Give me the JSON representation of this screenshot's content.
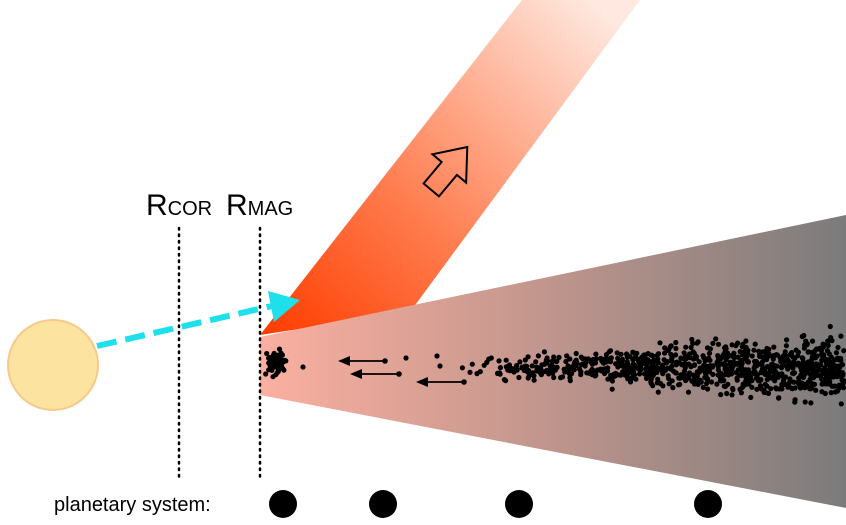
{
  "labels": {
    "r_cor_main": "R",
    "r_cor_sub": "COR",
    "r_mag_main": "R",
    "r_mag_sub": "MAG",
    "planetary_system": "planetary system:"
  },
  "colors": {
    "star_fill": "#fde3a0",
    "star_stroke": "#f7c98a",
    "wind_dark": "#ff3d00",
    "wind_light": "#ffe8e0",
    "disk_light": "#f9a898",
    "disk_dark": "#7b7b7b",
    "accretion_arrow": "#1ee0ea",
    "dust": "#000000",
    "planet": "#000000"
  },
  "icons": {
    "outflow_arrow": "hollow-arrow-icon",
    "inward_arrows": "left-arrow-icon"
  }
}
